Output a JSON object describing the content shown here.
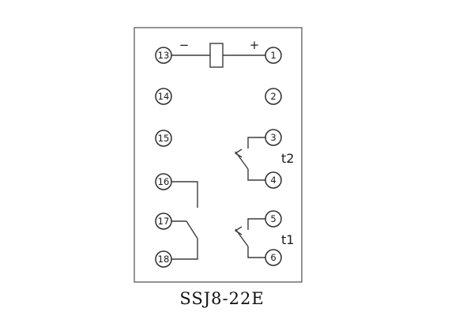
{
  "diagram": {
    "caption": "SSJ8-22E",
    "coil": {
      "minus": "−",
      "plus": "+"
    },
    "terminals": {
      "left": [
        "13",
        "14",
        "15",
        "16",
        "17",
        "18"
      ],
      "right": [
        "1",
        "2",
        "3",
        "4",
        "5",
        "6"
      ]
    },
    "contacts": [
      {
        "label": "t2"
      },
      {
        "label": "t1"
      }
    ]
  }
}
